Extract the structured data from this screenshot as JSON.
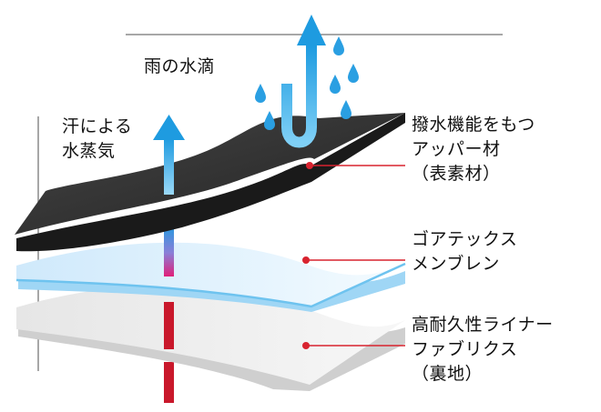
{
  "labels": {
    "rain": [
      "雨の水滴"
    ],
    "sweat": [
      "汗による",
      "水蒸気"
    ],
    "upper": [
      "撥水機能をもつ",
      "アッパー材",
      "（表素材）"
    ],
    "membrane": [
      "ゴアテックス",
      "メンブレン"
    ],
    "liner": [
      "高耐久性ライナー",
      "ファブリクス",
      "（裏地）"
    ]
  },
  "colors": {
    "upper_layer": "#2b2b2b",
    "membrane_layer": "#dceefa",
    "membrane_edge": "#6ec3ef",
    "liner_layer": "#ececec",
    "arrow_blue": "#1e9be0",
    "arrow_red": "#c9182b",
    "leader_line": "#d8232f",
    "frame_line": "#8a8a8a"
  },
  "icons": {
    "rain_arrow": "u-turn-arrow-icon",
    "vapor_arrow": "up-arrow-icon",
    "drops": "water-drop-icon"
  }
}
